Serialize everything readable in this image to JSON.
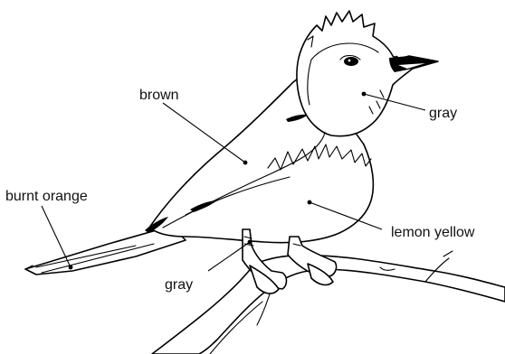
{
  "labels": {
    "brown": "brown",
    "burnt_orange": "burnt orange",
    "gray_head": "gray",
    "gray_legs": "gray",
    "lemon_yellow": "lemon yellow"
  },
  "colors": {
    "ink": "#000000",
    "background": "#ffffff",
    "text": "#111111"
  }
}
